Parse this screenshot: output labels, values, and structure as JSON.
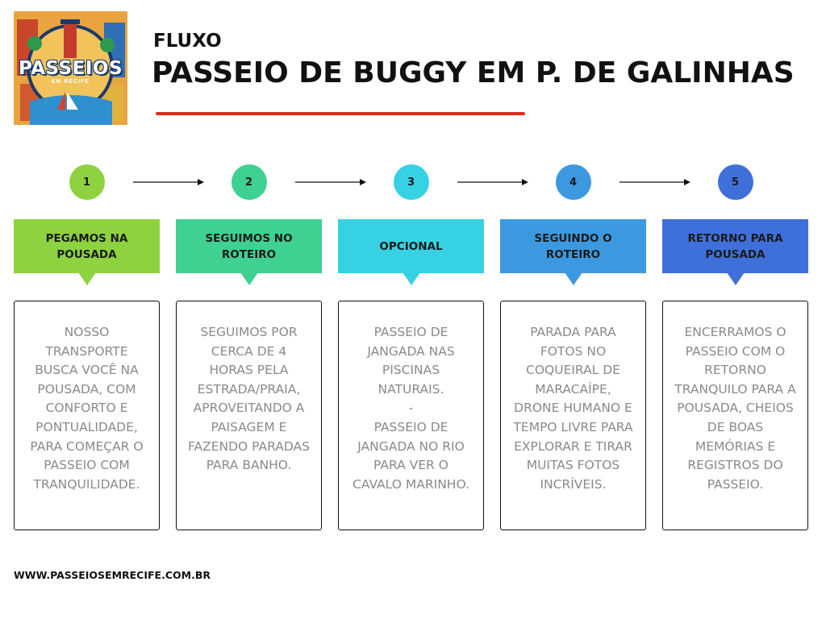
{
  "header": {
    "kicker": "FLUXO",
    "title": "PASSEIO DE BUGGY EM P. DE GALINHAS"
  },
  "logo": {
    "text": "PASSEIOS",
    "subtext": "EM RECIFE"
  },
  "colors": {
    "title_rule": "#e02b20",
    "step1": "#8ed23f",
    "step2": "#3fd191",
    "step3": "#36d2e3",
    "step4": "#3c99e0",
    "step5": "#3f70da"
  },
  "steps": [
    {
      "number": "1",
      "heading": "PEGAMOS NA POUSADA",
      "description": "NOSSO TRANSPORTE BUSCA VOCÊ NA POUSADA, COM CONFORTO E PONTUALIDADE, PARA COMEÇAR O PASSEIO COM TRANQUILIDADE."
    },
    {
      "number": "2",
      "heading": "SEGUIMOS NO ROTEIRO",
      "description": "SEGUIMOS POR CERCA DE 4 HORAS PELA ESTRADA/PRAIA, APROVEITANDO A PAISAGEM E FAZENDO PARADAS PARA BANHO."
    },
    {
      "number": "3",
      "heading": "OPCIONAL",
      "description": "PASSEIO DE JANGADA NAS PISCINAS NATURAIS.\n-\nPASSEIO DE JANGADA NO RIO PARA VER O CAVALO MARINHO."
    },
    {
      "number": "4",
      "heading": "SEGUINDO O ROTEIRO",
      "description": "PARADA PARA FOTOS NO COQUEIRAL DE MARACAÍPE, DRONE HUMANO E TEMPO LIVRE PARA EXPLORAR E TIRAR MUITAS FOTOS INCRÍVEIS."
    },
    {
      "number": "5",
      "heading": "RETORNO PARA POUSADA",
      "description": "ENCERRAMOS O PASSEIO COM O RETORNO TRANQUILO PARA A POUSADA, CHEIOS DE BOAS MEMÓRIAS E REGISTROS DO PASSEIO."
    }
  ],
  "footer": {
    "website": "WWW.PASSEIOSEMRECIFE.COM.BR"
  }
}
